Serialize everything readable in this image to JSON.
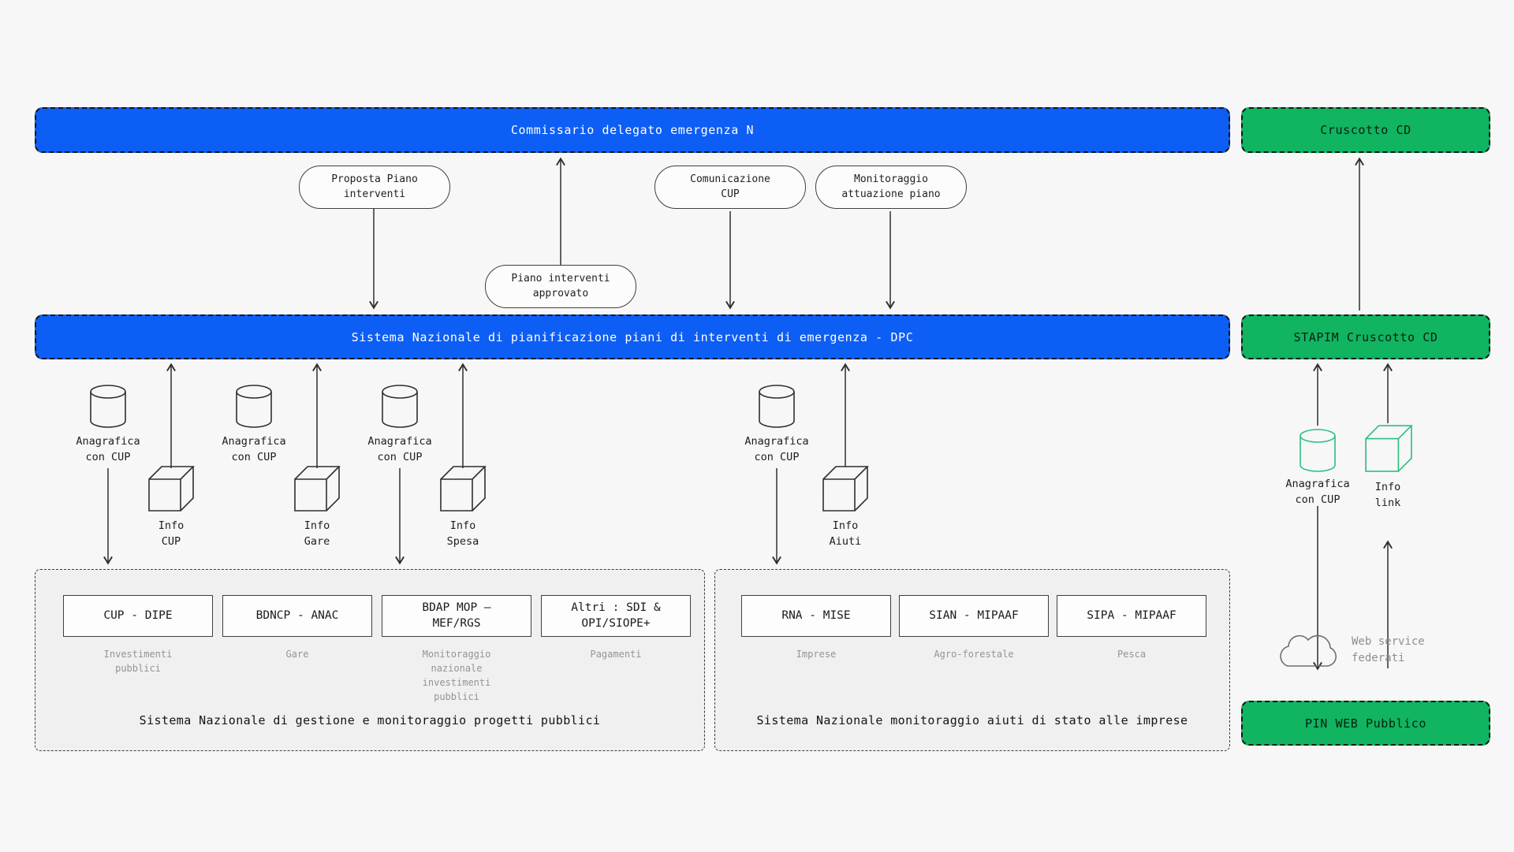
{
  "colors": {
    "blue_bar": "#0d5ef5",
    "green_box": "#10b461",
    "green_outline": "#2cc07e",
    "line": "#2f2f2f",
    "muted_text": "#8f8f8f",
    "container_bg": "#f0f0f0",
    "page_bg": "#f7f7f8"
  },
  "bars": {
    "commissario": "Commissario delegato emergenza N",
    "dpc": "Sistema Nazionale di pianificazione piani di interventi di emergenza - DPC"
  },
  "pills": {
    "proposta": "Proposta Piano\ninterventi",
    "comunicazione": "Comunicazione\nCUP",
    "monitoraggio": "Monitoraggio\nattuazione piano",
    "piano_approvato": "Piano interventi\napprovato"
  },
  "cylinders": [
    {
      "label": "Anagrafica\ncon CUP"
    },
    {
      "label": "Anagrafica\ncon CUP"
    },
    {
      "label": "Anagrafica\ncon CUP"
    },
    {
      "label": "Anagrafica\ncon CUP"
    }
  ],
  "cubes": [
    {
      "label": "Info\nCUP"
    },
    {
      "label": "Info\nGare"
    },
    {
      "label": "Info\nSpesa"
    },
    {
      "label": "Info\nAiuti"
    }
  ],
  "containers": [
    {
      "caption": "Sistema Nazionale di gestione e monitoraggio progetti pubblici",
      "systems": [
        {
          "name": "CUP - DIPE",
          "category": "Investimenti\npubblici"
        },
        {
          "name": "BDNCP - ANAC",
          "category": "Gare"
        },
        {
          "name": "BDAP MOP –\nMEF/RGS",
          "category": "Monitoraggio\nnazionale\ninvestimenti\npubblici"
        },
        {
          "name": "Altri : SDI &\nOPI/SIOPE+",
          "category": "Pagamenti"
        }
      ]
    },
    {
      "caption": "Sistema Nazionale monitoraggio aiuti di stato alle imprese",
      "systems": [
        {
          "name": "RNA - MISE",
          "category": "Imprese"
        },
        {
          "name": "SIAN - MIPAAF",
          "category": "Agro-forestale"
        },
        {
          "name": "SIPA - MIPAAF",
          "category": "Pesca"
        }
      ]
    }
  ],
  "right_panel": {
    "cruscotto_cd": "Cruscotto CD",
    "stapim": "STAPIM Cruscotto CD",
    "pin_web": "PIN WEB Pubblico",
    "anagrafica": "Anagrafica\ncon CUP",
    "info_link": "Info\nlink",
    "web_service": "Web service\nfederati"
  }
}
